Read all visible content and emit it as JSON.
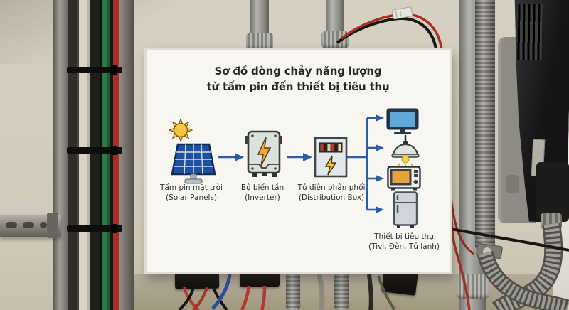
{
  "sign": {
    "title_line1": "Sơ đồ dòng chảy năng lượng",
    "title_line2": "từ tấm pin đến thiết bị tiêu thụ",
    "nodes": [
      {
        "label_vi": "Tấm pin mặt trời",
        "label_en": "(Solar Panels)",
        "icon": "solar-panel-icon"
      },
      {
        "label_vi": "Bộ biến tần",
        "label_en": "(Inverter)",
        "icon": "inverter-icon"
      },
      {
        "label_vi": "Tủ điện phân phối",
        "label_en": "(Distribution Box)",
        "icon": "distribution-box-icon"
      }
    ],
    "consumers": {
      "label_vi": "Thiết bị tiêu thụ",
      "label_items": "(Tivi, Đèn, Tủ lạnh)",
      "device_icons": [
        "tv-icon",
        "pendant-lamp-icon",
        "microwave-icon",
        "refrigerator-icon"
      ]
    },
    "colors": {
      "flow_arrow": "#2e5da6",
      "board_face": "#f7f6f1",
      "title_text": "#262626",
      "label_text": "#2e2e2e",
      "solar_panel_blue": "#1e4fa0",
      "sun_yellow": "#f3c63f",
      "lightning_orange": "#f2a73c",
      "distribution_lightning_yellow": "#f2c53c",
      "tv_screen_blue": "#5fa9d9",
      "microwave_window_orange": "#e8a23c"
    }
  },
  "scene": {
    "wall_color": "#d3ccbc",
    "elements": [
      "cable-tray",
      "wall-strut",
      "gray-conduits",
      "corrugated-conduit",
      "wall-mounted-device",
      "junction-boxes",
      "red-black-wires"
    ]
  }
}
